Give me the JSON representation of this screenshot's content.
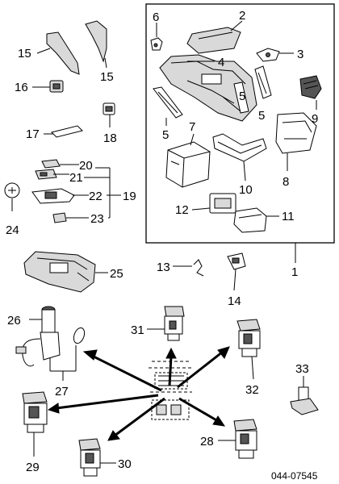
{
  "diagram": {
    "code": "044-07545",
    "callouts": {
      "n1": "1",
      "n2": "2",
      "n3": "3",
      "n4": "4",
      "n5a": "5",
      "n5b": "5",
      "n5c": "5",
      "n6": "6",
      "n7": "7",
      "n8": "8",
      "n9": "9",
      "n10": "10",
      "n11": "11",
      "n12": "12",
      "n13": "13",
      "n14": "14",
      "n15a": "15",
      "n15b": "15",
      "n16": "16",
      "n17": "17",
      "n18": "18",
      "n19": "19",
      "n20": "20",
      "n21": "21",
      "n22": "22",
      "n23": "23",
      "n24": "24",
      "n25": "25",
      "n26": "26",
      "n27": "27",
      "n28": "28",
      "n29": "29",
      "n30": "30",
      "n31": "31",
      "n32": "32",
      "n33": "33"
    }
  }
}
